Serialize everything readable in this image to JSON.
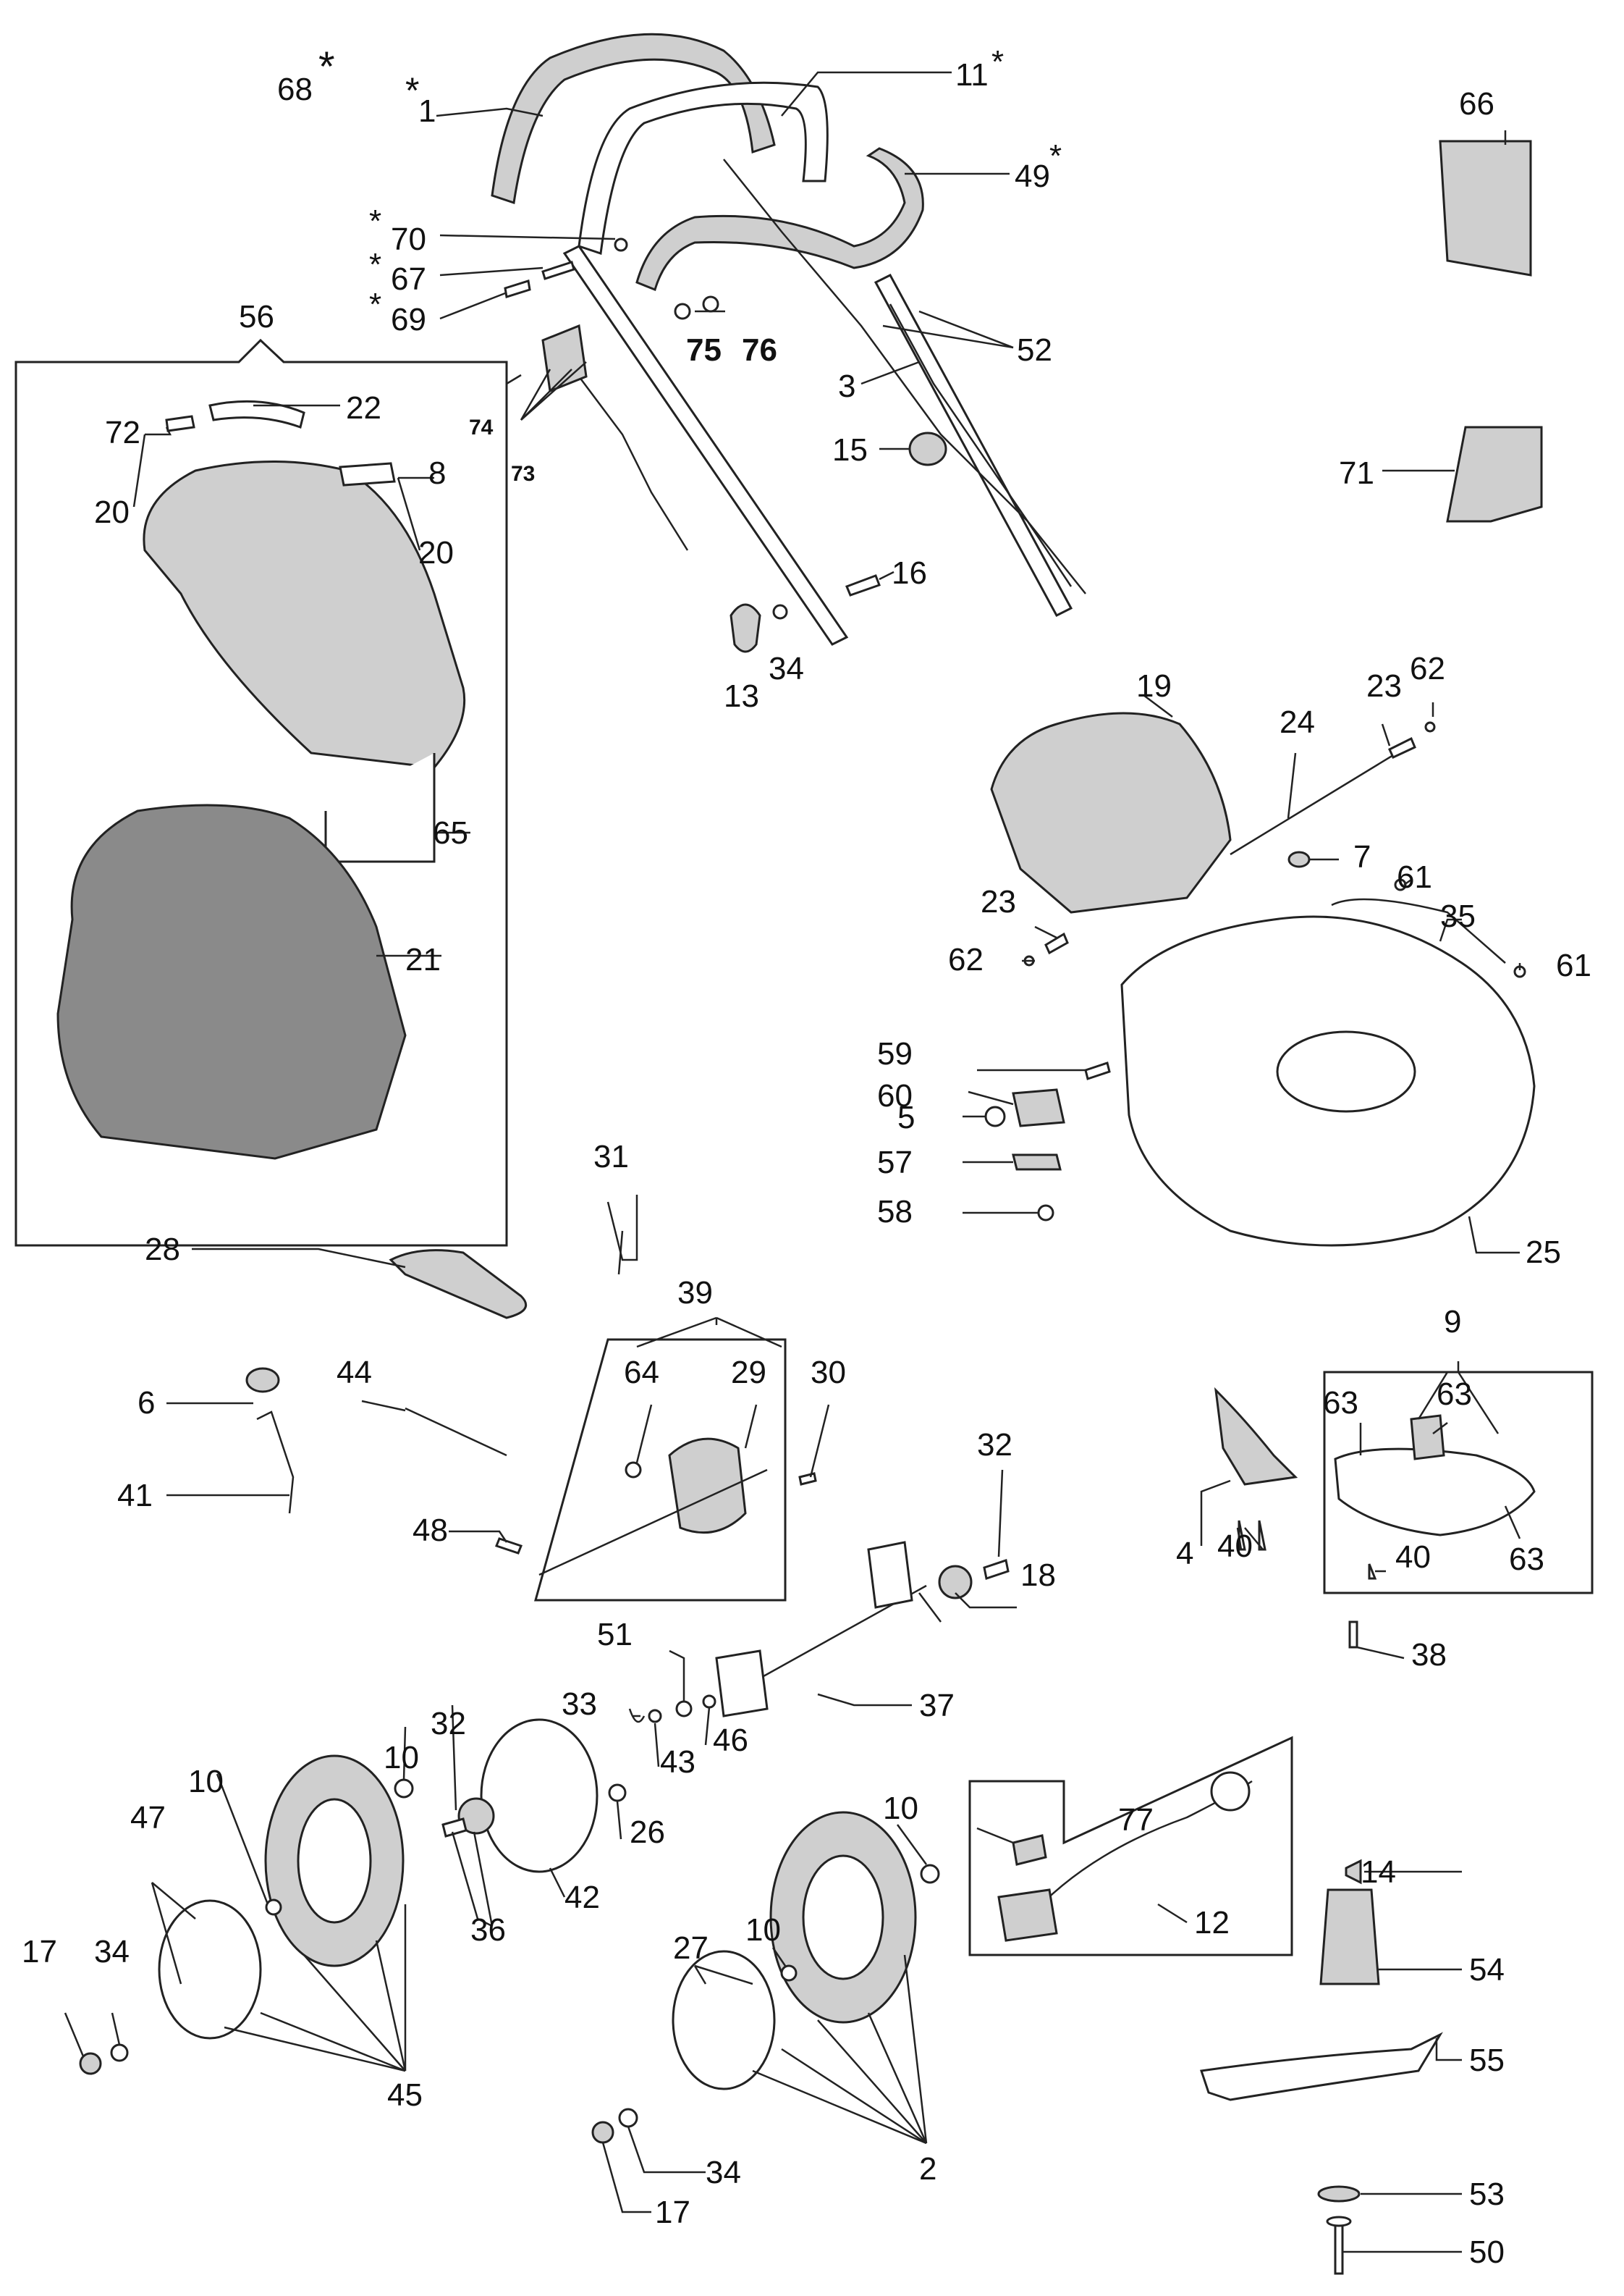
{
  "labels": {
    "l1": "1",
    "l2": "2",
    "l3": "3",
    "l4": "4",
    "l5": "5",
    "l6": "6",
    "l7": "7",
    "l8": "8",
    "l9": "9",
    "l10": "10",
    "l11": "11",
    "l12": "12",
    "l13": "13",
    "l14": "14",
    "l15": "15",
    "l16": "16",
    "l17": "17",
    "l18": "18",
    "l19": "19",
    "l20": "20",
    "l21": "21",
    "l22": "22",
    "l23": "23",
    "l24": "24",
    "l25": "25",
    "l26": "26",
    "l27": "27",
    "l28": "28",
    "l29": "29",
    "l30": "30",
    "l31": "31",
    "l32": "32",
    "l33": "33",
    "l34": "34",
    "l35": "35",
    "l36": "36",
    "l37": "37",
    "l38": "38",
    "l39": "39",
    "l40": "40",
    "l41": "41",
    "l42": "42",
    "l43": "43",
    "l44": "44",
    "l45": "45",
    "l46": "46",
    "l47": "47",
    "l48": "48",
    "l49": "49",
    "l50": "50",
    "l51": "51",
    "l52": "52",
    "l53": "53",
    "l54": "54",
    "l55": "55",
    "l56": "56",
    "l57": "57",
    "l58": "58",
    "l59": "59",
    "l60": "60",
    "l61": "61",
    "l62": "62",
    "l63": "63",
    "l64": "64",
    "l65": "65",
    "l66": "66",
    "l67": "67",
    "l68": "68",
    "l69": "69",
    "l70": "70",
    "l71": "71",
    "l72": "72",
    "l73": "73",
    "l74": "74",
    "l75": "75",
    "l76": "76",
    "l77": "77",
    "star": "*"
  }
}
